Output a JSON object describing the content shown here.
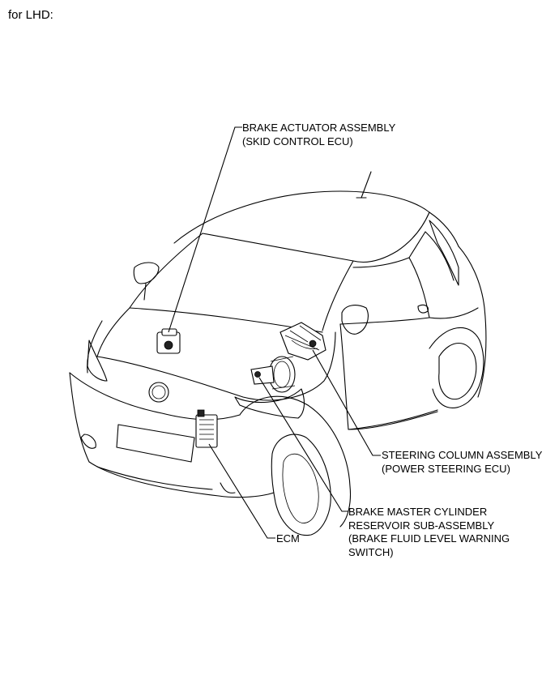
{
  "heading": "for LHD:",
  "callouts": {
    "brake_actuator": [
      "BRAKE ACTUATOR ASSEMBLY",
      "(SKID CONTROL ECU)"
    ],
    "steering_column": [
      "STEERING COLUMN ASSEMBLY",
      "(POWER STEERING ECU)"
    ],
    "master_cylinder": [
      "BRAKE MASTER CYLINDER",
      "RESERVOIR SUB-ASSEMBLY",
      "(BRAKE FLUID LEVEL WARNING",
      "SWITCH)"
    ],
    "ecm": [
      "ECM"
    ]
  }
}
